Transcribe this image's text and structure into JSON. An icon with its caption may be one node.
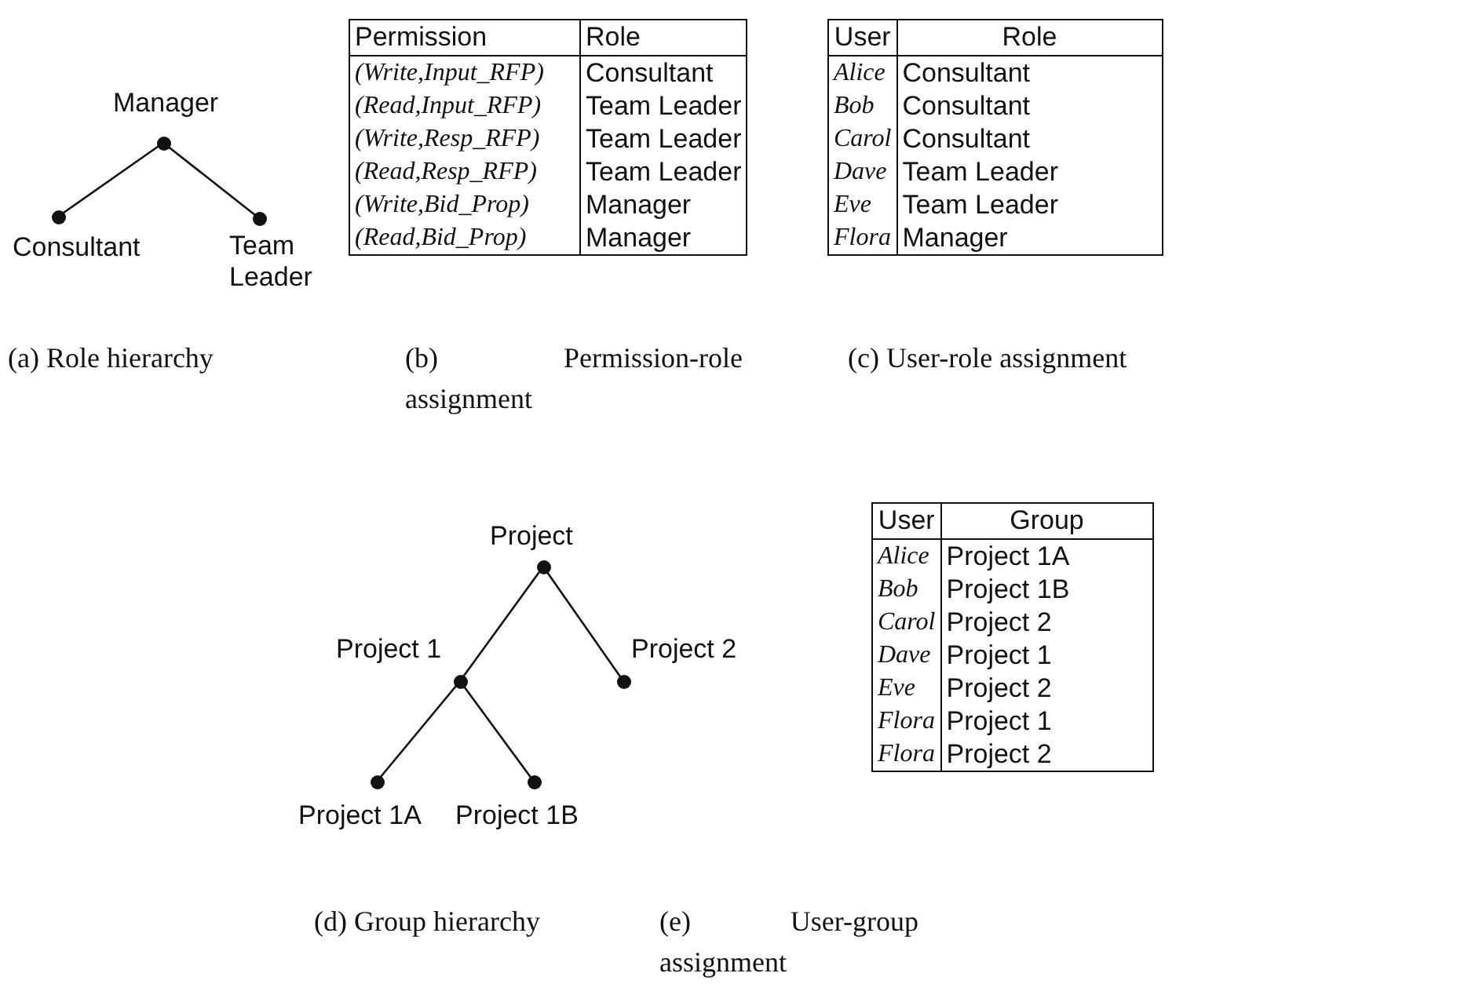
{
  "diagram": {
    "nodes": [
      {
        "text": [
          "Manager"
        ]
      },
      {
        "text": [
          "Consultant"
        ]
      },
      {
        "text": [
          "Team Leader"
        ]
      },
      {
        "text": [
          "Project"
        ]
      },
      {
        "text": [
          "Project 1"
        ]
      },
      {
        "text": [
          "Project 2"
        ]
      },
      {
        "text": [
          "Project 1A"
        ]
      },
      {
        "text": [
          "Project 1B"
        ]
      }
    ],
    "edges": [
      {
        "from": 0,
        "to": 1,
        "arrow": "none"
      },
      {
        "from": 0,
        "to": 2,
        "arrow": "none"
      },
      {
        "from": 3,
        "to": 4,
        "arrow": "none"
      },
      {
        "from": 3,
        "to": 5,
        "arrow": "none"
      },
      {
        "from": 4,
        "to": 6,
        "arrow": "none"
      },
      {
        "from": 4,
        "to": 7,
        "arrow": "none"
      }
    ],
    "labels": [
      "Permission",
      "Role",
      "(Write,Input_RFP)",
      "Consultant",
      "(Read,Input_RFP)",
      "Team Leader",
      "(Write,Resp_RFP)",
      "Team Leader",
      "(Read,Resp_RFP)",
      "Team Leader",
      "(Write,Bid_Prop)",
      "Manager",
      "(Read,Bid_Prop)",
      "Manager",
      "User",
      "Role",
      "Alice",
      "Consultant",
      "Bob",
      "Consultant",
      "Carol",
      "Consultant",
      "Dave",
      "Team Leader",
      "Eve",
      "Team Leader",
      "Flora",
      "Manager",
      "(a) Role hierarchy",
      "(b) Permission-role assignment",
      "(c) User-role assignment",
      "User",
      "Group",
      "Alice",
      "Project 1A",
      "Bob",
      "Project 1B",
      "Carol",
      "Project 2",
      "Dave",
      "Project 1",
      "Eve",
      "Project 2",
      "Flora",
      "Project 1",
      "Flora",
      "Project 2",
      "(d) Group hierarchy",
      "(e) User-group assignment"
    ]
  }
}
